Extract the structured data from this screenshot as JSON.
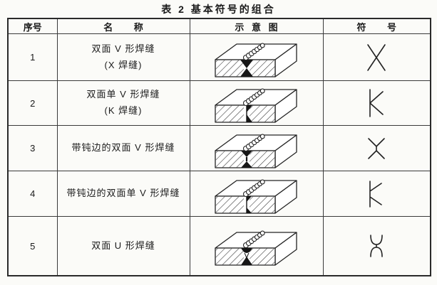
{
  "title": "表 2  基本符号的组合",
  "table": {
    "headers": {
      "no": "序号",
      "name": "名 称",
      "diagram": "示 意 图",
      "symbol": "符 号"
    },
    "rows": [
      {
        "no": "1",
        "name": "双面 V 形焊缝",
        "name2": "(X 焊缝)",
        "symbol": "X",
        "diagram": "double-V-weld-block"
      },
      {
        "no": "2",
        "name": "双面单 V 形焊缝",
        "name2": "(K 焊缝)",
        "symbol": "K",
        "diagram": "double-bevel-weld-block"
      },
      {
        "no": "3",
        "name": "带钝边的双面 V 形焊缝",
        "symbol": "X-with-blunt-edge",
        "diagram": "double-V-weld-blunt-edge-block"
      },
      {
        "no": "4",
        "name": "带钝边的双面单 V 形焊缝",
        "symbol": "K-with-blunt-edge",
        "diagram": "double-bevel-weld-blunt-edge-block"
      },
      {
        "no": "5",
        "name": "双面 U 形焊缝",
        "symbol": "double-U",
        "diagram": "double-U-weld-block"
      }
    ]
  }
}
